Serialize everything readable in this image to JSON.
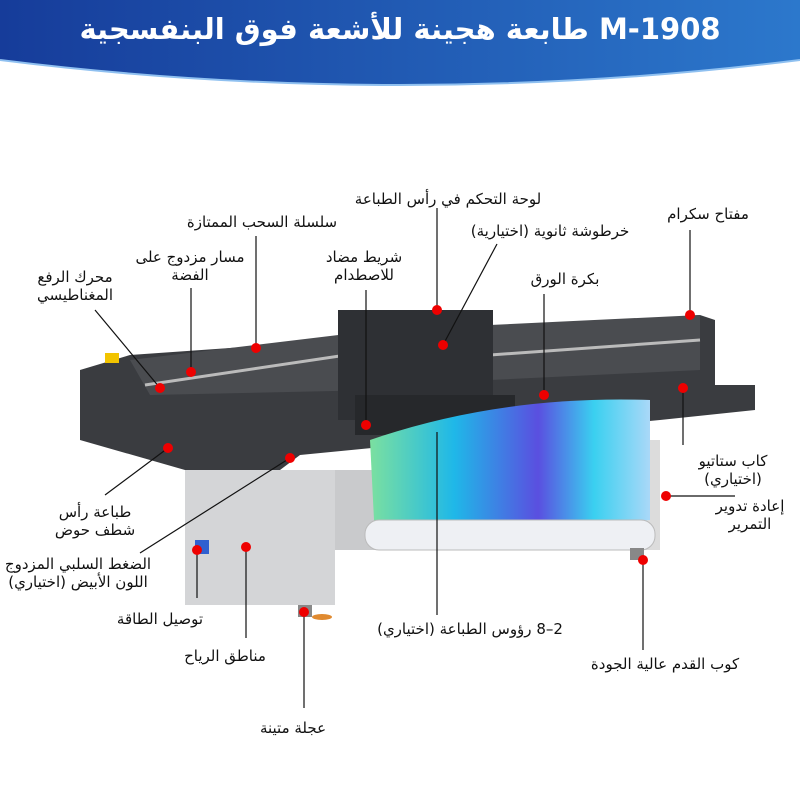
{
  "title": "M-1908 طابعة هجينة للأشعة فوق البنفسجية",
  "colors": {
    "banner": "#1a4aa8",
    "marker": "#ee0000",
    "frame": "#3a3c40",
    "body": "#d8d9db"
  },
  "labels": {
    "control_panel": "لوحة التحكم في رأس الطباعة",
    "drag_chain": "سلسلة السحب الممتازة",
    "secondary_cartridge": "خرطوشة ثانوية (اختيارية)",
    "scram_switch": "مفتاح سكرام",
    "dual_rail": "مسار مزدوج على الفضة",
    "anti_collision": "شريط مضاد للاصطدام",
    "paper_roller": "بكرة الورق",
    "maglev_motor": "محرك الرفع المغناطيسي",
    "static_bar": "كاب ستاتيو (اختياري)",
    "rewind": "إعادة تدوير التمرير",
    "head_flush": "طباعة رأس شطف حوض",
    "negative_pressure": "الضغط السلبي المزدوج اللون الأبيض (اختياري)",
    "power": "توصيل الطاقة",
    "heads": "2–8 رؤوس الطباعة (اختياري)",
    "wind_zones": "مناطق الرياح",
    "foot_cup": "كوب القدم عالية الجودة",
    "wheel": "عجلة متينة"
  }
}
